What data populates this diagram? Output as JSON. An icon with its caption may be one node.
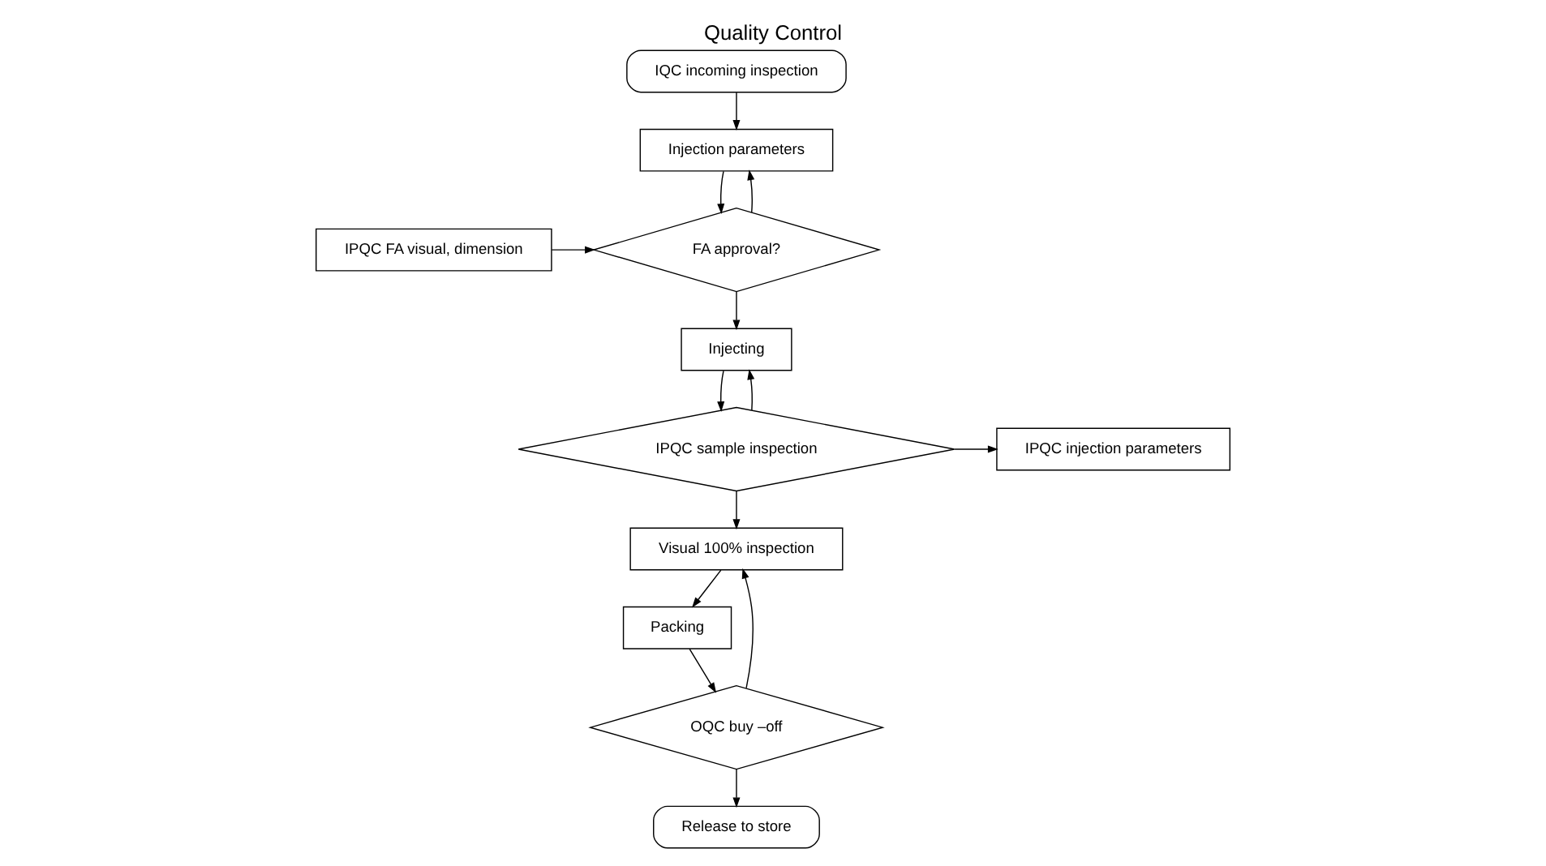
{
  "diagram": {
    "title": "Quality Control",
    "nodes": [
      {
        "text": [
          "IQC incoming inspection"
        ]
      },
      {
        "text": [
          "Injection parameters"
        ]
      },
      {
        "text": [
          "IPQC FA visual, dimension"
        ]
      },
      {
        "text": [
          "FA approval?"
        ]
      },
      {
        "text": [
          "Injecting"
        ]
      },
      {
        "text": [
          "IPQC injection parameters"
        ]
      },
      {
        "text": [
          "IPQC sample inspection"
        ]
      },
      {
        "text": [
          "Visual 100% inspection"
        ]
      },
      {
        "text": [
          "Packing"
        ]
      },
      {
        "text": [
          "OQC buy –off"
        ]
      },
      {
        "text": [
          "Release to store"
        ]
      }
    ],
    "edges": [
      {
        "from": 0,
        "to": 1,
        "arrow": "to"
      },
      {
        "from": 1,
        "to": 3,
        "arrow": "to"
      },
      {
        "from": 3,
        "to": 1,
        "arrow": "to"
      },
      {
        "from": 2,
        "to": 3,
        "arrow": "to"
      },
      {
        "from": 3,
        "to": 4,
        "arrow": "to"
      },
      {
        "from": 4,
        "to": 6,
        "arrow": "to"
      },
      {
        "from": 6,
        "to": 5,
        "arrow": "to"
      },
      {
        "from": 6,
        "to": 4,
        "arrow": "to"
      },
      {
        "from": 6,
        "to": 7,
        "arrow": "to"
      },
      {
        "from": 7,
        "to": 8,
        "arrow": "to"
      },
      {
        "from": 8,
        "to": 9,
        "arrow": "to"
      },
      {
        "from": 9,
        "to": 7,
        "arrow": "to"
      },
      {
        "from": 9,
        "to": 10,
        "arrow": "to"
      }
    ]
  }
}
